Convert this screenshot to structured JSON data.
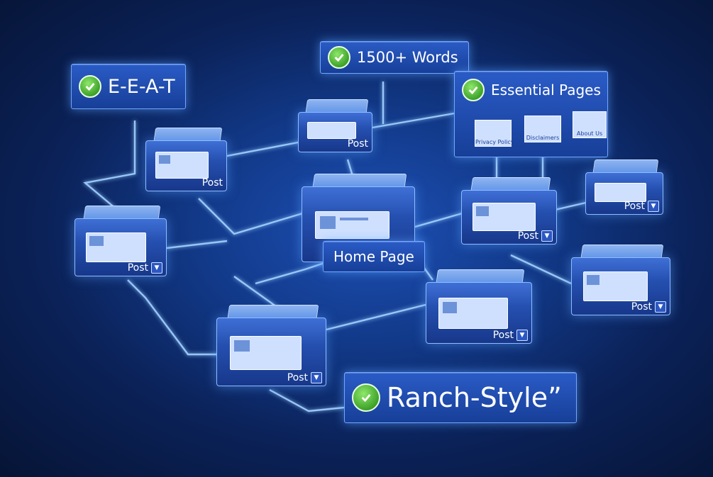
{
  "labels": {
    "eeat": "E-E-A-T",
    "words": "1500+ Words",
    "essential": "Essential Pages",
    "ranch": "Ranch-Style”"
  },
  "essential_pages": [
    "Privacy Policy",
    "Disclaimers",
    "About Us"
  ],
  "home": {
    "label": "Home Page"
  },
  "post_label": "Post",
  "colors": {
    "accent": "#6fa6ff",
    "check": "#3ea22a",
    "bg": "#0b2259"
  },
  "icons": {
    "check": "check-circle-icon",
    "dropdown": "chevron-down-icon"
  }
}
